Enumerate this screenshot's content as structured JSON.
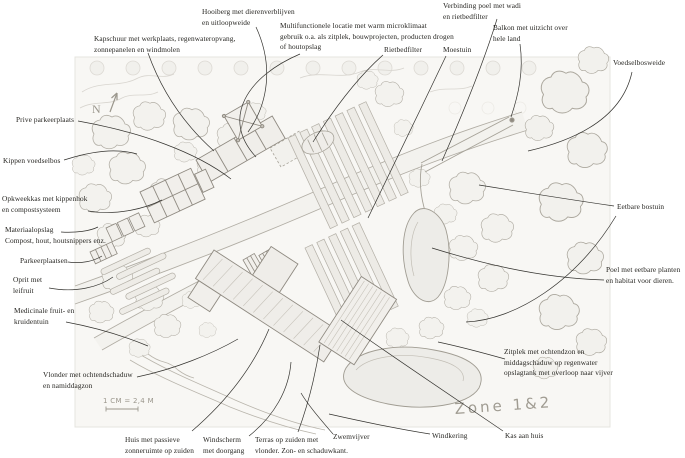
{
  "map": {
    "north_arrow": "N",
    "scale": "1 CM = 2,4 M",
    "zone": "Zone 1&2"
  },
  "labels": [
    {
      "id": "hooiberg",
      "text": "Hooiberg met dierenverblijven\nen uitloopweide"
    },
    {
      "id": "kapschuur",
      "text": "Kapschuur met werkplaats, regenwateropvang,\nzonnepanelen en windmolen"
    },
    {
      "id": "multifunctionele-locatie",
      "text": "Multifunctionele locatie met warm microklimaat\ngebruik o.a. als zitplek, bouwprojecten, producten drogen\nof houtopslag"
    },
    {
      "id": "verbinding-poel",
      "text": "Verbinding poel met wadi\nen rietbedfilter"
    },
    {
      "id": "rietbedfilter",
      "text": "Rietbedfilter"
    },
    {
      "id": "moestuin",
      "text": "Moestuin"
    },
    {
      "id": "balkon",
      "text": "Balkon met uitzicht over\nhele land"
    },
    {
      "id": "voedselbosweide",
      "text": "Voedselbosweide"
    },
    {
      "id": "prive-parkeerplaats",
      "text": "Prive parkeerplaats"
    },
    {
      "id": "kippen-voedselbos",
      "text": "Kippen voedselbos"
    },
    {
      "id": "opkweekkas",
      "text": "Opkweekkas met kippenhok\nen compostsysteem"
    },
    {
      "id": "materiaalopslag",
      "text": "Materiaalopslag\nCompost, hout, houtsnippers enz."
    },
    {
      "id": "parkeerplaatsen",
      "text": "Parkeerplaatsen"
    },
    {
      "id": "oprit",
      "text": "Oprit met\nleifruit"
    },
    {
      "id": "medicinale-tuin",
      "text": "Medicinale fruit- en\nkruidentuin"
    },
    {
      "id": "vlonder",
      "text": "Vlonder met ochtendschaduw\nen namiddagzon"
    },
    {
      "id": "eetbare-bostuin",
      "text": "Eetbare bostuin"
    },
    {
      "id": "poel",
      "text": "Poel met eetbare planten\nen habitat voor dieren."
    },
    {
      "id": "zitplek",
      "text": "Zitplek met ochtendzon en\nmiddagschaduw op regenwater\nopslagtank met overloop naar vijver"
    },
    {
      "id": "huis",
      "text": "Huis met passieve\nzonneruimte op zuiden"
    },
    {
      "id": "windscherm",
      "text": "Windscherm\nmet doorgang"
    },
    {
      "id": "terras",
      "text": "Terras op zuiden met\nvlonder. Zon- en schaduwkant."
    },
    {
      "id": "zwemvijver",
      "text": "Zwemvijver"
    },
    {
      "id": "windkering",
      "text": "Windkering"
    },
    {
      "id": "kas-aan-huis",
      "text": "Kas aan huis"
    }
  ],
  "colors": {
    "paper": "#f8f7f4",
    "pencil_light": "#cfccc5",
    "pencil_mid": "#aeaaa0",
    "pencil_dark": "#8f8a81",
    "leader_line": "#33322e",
    "label_text": "#262521"
  }
}
